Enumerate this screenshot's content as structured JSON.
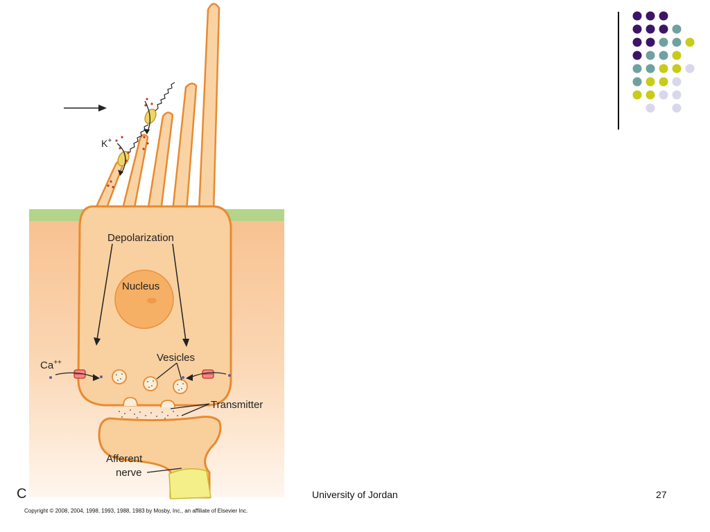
{
  "slide": {
    "footer_left": "C",
    "footer_center": "University of Jordan",
    "page_number": "27",
    "copyright": "Copyright © 2008, 2004, 1998, 1993, 1988, 1983 by Mosby, Inc., an affiliate of Elsevier Inc."
  },
  "diagram": {
    "label_k": "K",
    "label_k_sup": "+",
    "label_depolarization": "Depolarization",
    "label_nucleus": "Nucleus",
    "label_ca": "Ca",
    "label_ca_sup": "++",
    "label_vesicles": "Vesicles",
    "label_transmitter": "Transmitter",
    "label_afferent": "Afferent",
    "label_nerve": "nerve"
  },
  "decoration": {
    "dot_colors": {
      "purple": "#3d1566",
      "teal": "#6fa1a0",
      "yellow": "#c9cb1a",
      "lavender": "#d8d8ea"
    },
    "dot_grid": [
      [
        "purple",
        "purple",
        "purple",
        "",
        "",
        ""
      ],
      [
        "purple",
        "purple",
        "purple",
        "teal",
        "",
        ""
      ],
      [
        "purple",
        "purple",
        "teal",
        "teal",
        "yellow",
        ""
      ],
      [
        "purple",
        "teal",
        "teal",
        "yellow",
        "",
        ""
      ],
      [
        "teal",
        "teal",
        "yellow",
        "yellow",
        "lavender",
        ""
      ],
      [
        "teal",
        "yellow",
        "yellow",
        "lavender",
        "",
        ""
      ],
      [
        "yellow",
        "yellow",
        "lavender",
        "lavender",
        "",
        ""
      ],
      [
        "",
        "lavender",
        "",
        "lavender",
        "",
        ""
      ]
    ]
  }
}
